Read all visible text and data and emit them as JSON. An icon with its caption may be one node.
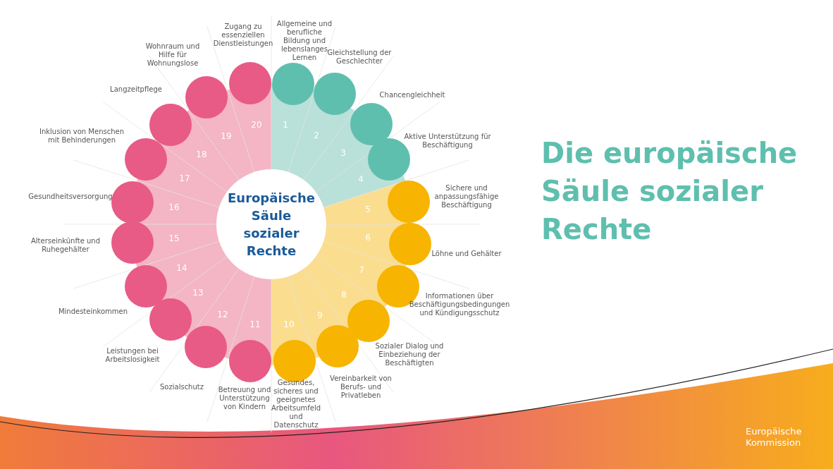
{
  "diagram": {
    "title": "Die europäische Säule sozialer Rechte",
    "nodes": [
      {
        "text": [
          "Europäische Säule sozialer Rechte"
        ]
      },
      {
        "text": [
          "Allgemeine und berufliche Bildung und lebenslanges Lernen"
        ]
      },
      {
        "text": [
          "Gleichstellung der Geschlechter"
        ]
      },
      {
        "text": [
          "Chancengleichheit"
        ]
      },
      {
        "text": [
          "Aktive Unterstützung für Beschäftigung"
        ]
      },
      {
        "text": [
          "Sichere und anpassungsfähige Beschäftigung"
        ]
      },
      {
        "text": [
          "Löhne und Gehälter"
        ]
      },
      {
        "text": [
          "Informationen über Beschäftigungsbedingungen und Kündigungsschutz"
        ]
      },
      {
        "text": [
          "Sozialer Dialog und Einbeziehung der Beschäftigten"
        ]
      },
      {
        "text": [
          "Vereinbarkeit von Berufs- und Privatleben"
        ]
      },
      {
        "text": [
          "Gesundes, sicheres und geeignetes Arbeitsumfeld und Datenschutz"
        ]
      },
      {
        "text": [
          "Betreuung und Unterstützung von Kindern"
        ]
      },
      {
        "text": [
          "Sozialschutz"
        ]
      },
      {
        "text": [
          "Leistungen bei Arbeitslosigkeit"
        ]
      },
      {
        "text": [
          "Mindesteinkommen"
        ]
      },
      {
        "text": [
          "Alterseinkünfte und Ruhegehälter"
        ]
      },
      {
        "text": [
          "Gesundheitsversorgung"
        ]
      },
      {
        "text": [
          "Inklusion von Menschen mit Behinderungen"
        ]
      },
      {
        "text": [
          "Langzeitpflege"
        ]
      },
      {
        "text": [
          "Wohnraum und Hilfe für Wohnungslose"
        ]
      },
      {
        "text": [
          "Zugang zu essenziellen Dienstleistungen"
        ]
      }
    ],
    "labels": [
      "1",
      "2",
      "3",
      "4",
      "5",
      "6",
      "7",
      "8",
      "9",
      "10",
      "11",
      "12",
      "13",
      "14",
      "15",
      "16",
      "17",
      "18",
      "19",
      "20",
      "Europäische Kommission"
    ]
  }
}
